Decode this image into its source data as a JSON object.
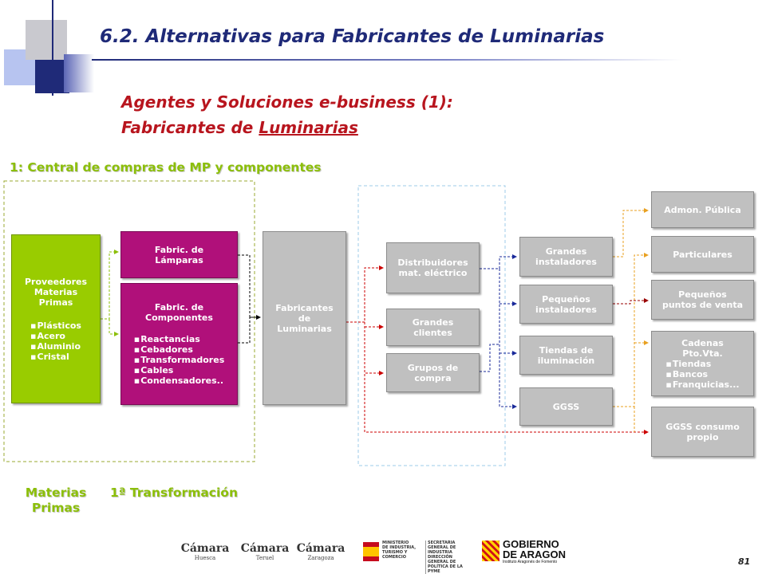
{
  "header": {
    "title": "6.2. Alternativas para Fabricantes de Luminarias",
    "subtitle_line1": "Agentes y Soluciones e-business (1):",
    "subtitle_line2_prefix": "Fabricantes de ",
    "subtitle_line2_underlined": "Luminarias"
  },
  "section_label": "1: Central de compras  de MP y componentes",
  "bottom_labels": {
    "materias_primas_line1": "Materias",
    "materias_primas_line2": "Primas",
    "primera_transformacion": "1ª Transformación"
  },
  "boxes": {
    "proveedores": {
      "title_line1": "Proveedores",
      "title_line2": "Materias",
      "title_line3": "Primas",
      "items": [
        "Plásticos",
        "Acero",
        "Aluminio",
        "Cristal"
      ]
    },
    "fabric_lamparas": {
      "line1": "Fabric. de",
      "line2": "Lámparas"
    },
    "fabric_componentes": {
      "line1": "Fabric. de",
      "line2": "Componentes",
      "items": [
        "Reactancias",
        "Cebadores",
        "Transformadores",
        "Cables",
        "Condensadores.."
      ]
    },
    "fabricantes_luminarias": {
      "line1": "Fabricantes",
      "line2": "de",
      "line3": "Luminarias"
    },
    "distribuidores": {
      "line1": "Distribuidores",
      "line2": "mat. eléctrico"
    },
    "grandes_clientes": {
      "line1": "Grandes",
      "line2": "clientes"
    },
    "grupos_compra": {
      "line1": "Grupos de",
      "line2": "compra"
    },
    "grandes_instaladores": {
      "line1": "Grandes",
      "line2": "instaladores"
    },
    "pequenos_instaladores": {
      "line1": "Pequeños",
      "line2": "instaladores"
    },
    "tiendas_iluminacion": {
      "line1": "Tiendas de",
      "line2": "iluminación"
    },
    "ggss": {
      "label": "GGSS"
    },
    "admon_publica": {
      "label": "Admon. Pública"
    },
    "particulares": {
      "label": "Particulares"
    },
    "pequenos_puntos": {
      "line1": "Pequeños",
      "line2": "puntos de venta"
    },
    "cadenas": {
      "line1": "Cadenas",
      "line2": "Pto.Vta.",
      "items": [
        "Tiendas",
        "Bancos",
        "Franquicias..."
      ]
    },
    "ggss_consumo": {
      "line1": "GGSS consumo",
      "line2": "propio"
    }
  },
  "footer": {
    "logo1_name": "Cámara",
    "logo1_city": "Huesca",
    "logo2_name": "Cámara",
    "logo2_city": "Teruel",
    "logo3_name": "Cámara",
    "logo3_city": "Zaragoza",
    "ministerio_line1": "MINISTERIO",
    "ministerio_line2": "DE INDUSTRIA,",
    "ministerio_line3": "TURISMO Y",
    "ministerio_line4": "COMERCIO",
    "secretaria_line1": "SECRETARIA GENERAL DE",
    "secretaria_line2": "INDUSTRIA",
    "secretaria_line3": "DIRECCIÓN GENERAL DE",
    "secretaria_line4": "POLÍTICA DE LA PYME",
    "gobierno_line1": "GOBIERNO",
    "gobierno_line2": "DE ARAGON",
    "gobierno_line3": "Instituto Aragonés de Fomento"
  },
  "page_number": "81",
  "colors": {
    "title": "#1f2a78",
    "subtitle": "#b8151e",
    "label_green": "#8cbf0a",
    "box_gray": "#c0c0c0",
    "box_magenta": "#b0107a",
    "box_green": "#99cc00",
    "arrow_red": "#cc0000",
    "arrow_blue": "#1a2a9a",
    "arrow_orange": "#e8a020",
    "arrow_darkred": "#990000"
  }
}
